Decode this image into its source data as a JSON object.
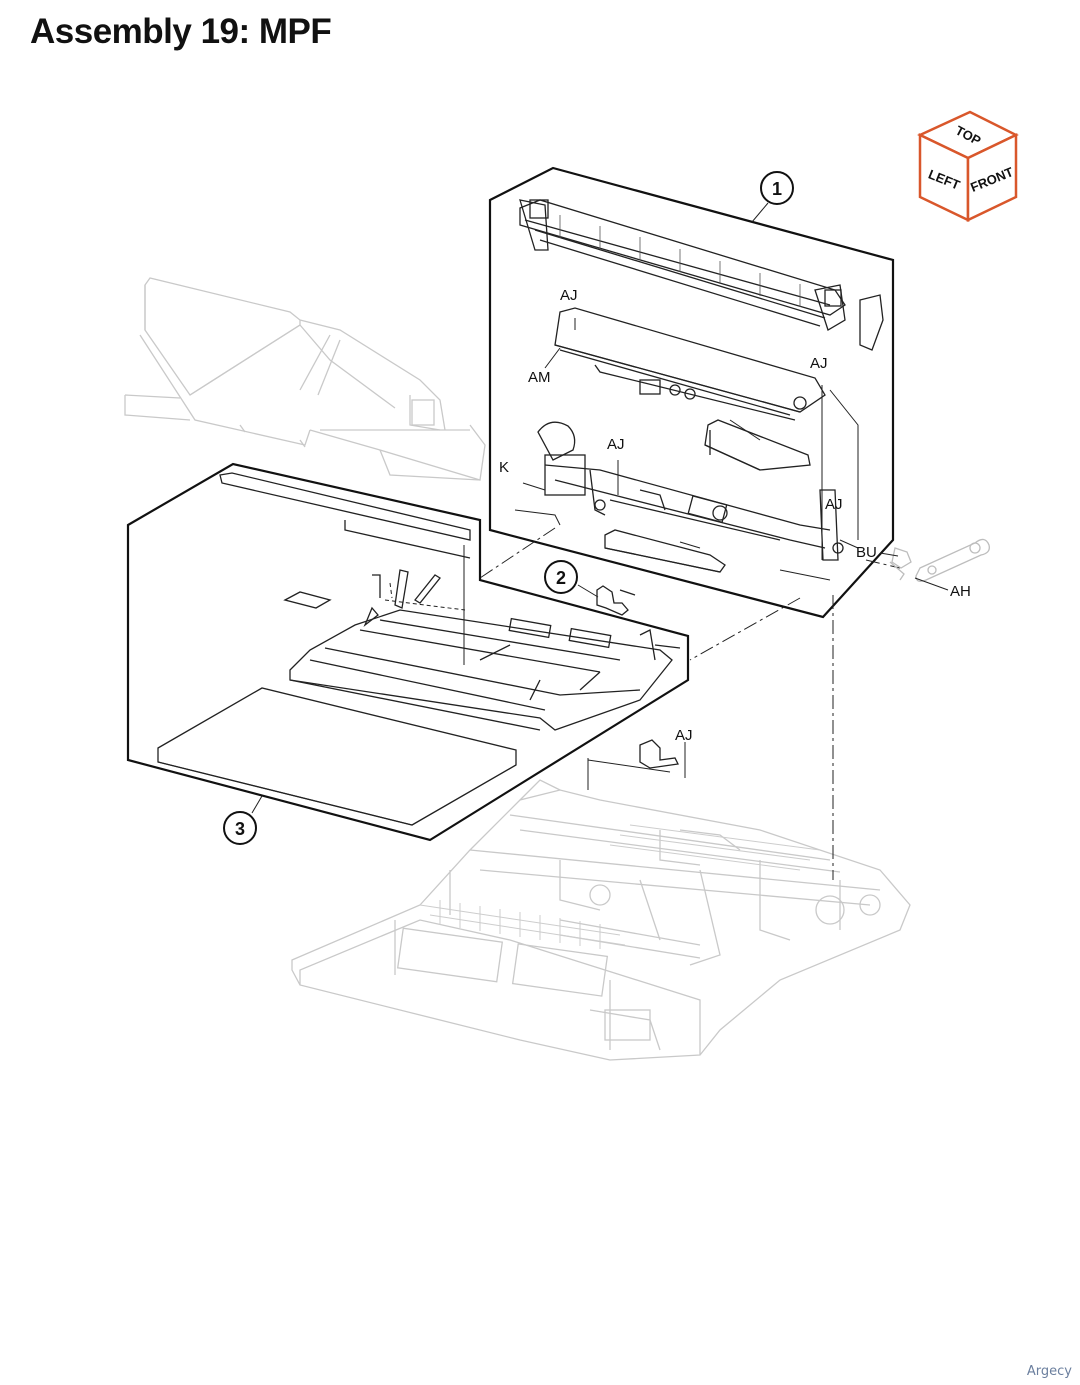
{
  "title": "Assembly 19: MPF",
  "watermark": "Argecy",
  "orientation_cube": {
    "top_label": "TOP",
    "left_label": "LEFT",
    "front_label": "FRONT",
    "accent_color": "#d9572b"
  },
  "item_numbers": [
    "1",
    "2",
    "3"
  ],
  "callouts": {
    "aj_top": "AJ",
    "am": "AM",
    "aj_right_upper": "AJ",
    "aj_middle": "AJ",
    "k": "K",
    "aj_right_lower": "AJ",
    "bu": "BU",
    "ah": "AH",
    "aj_bottom": "AJ"
  },
  "colors": {
    "outline": "#111111",
    "ghost_parts": "#c8c8c8"
  }
}
